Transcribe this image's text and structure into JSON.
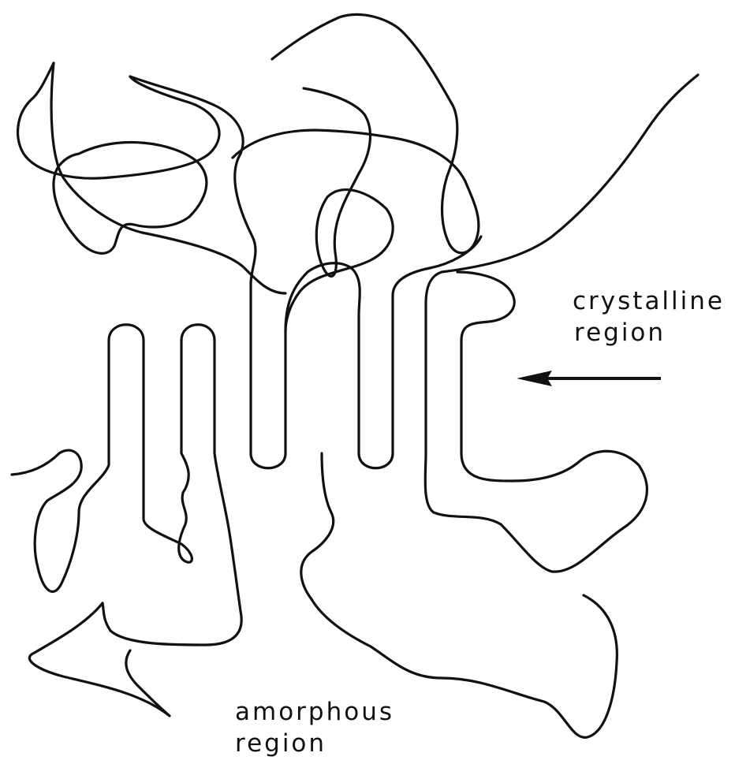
{
  "labels": {
    "crystalline": {
      "line1": "crystalline",
      "line2": "region"
    },
    "amorphous": {
      "line1": "amorphous",
      "line2": "region"
    }
  },
  "colors": {
    "ink": "#111111",
    "background": "#ffffff"
  }
}
